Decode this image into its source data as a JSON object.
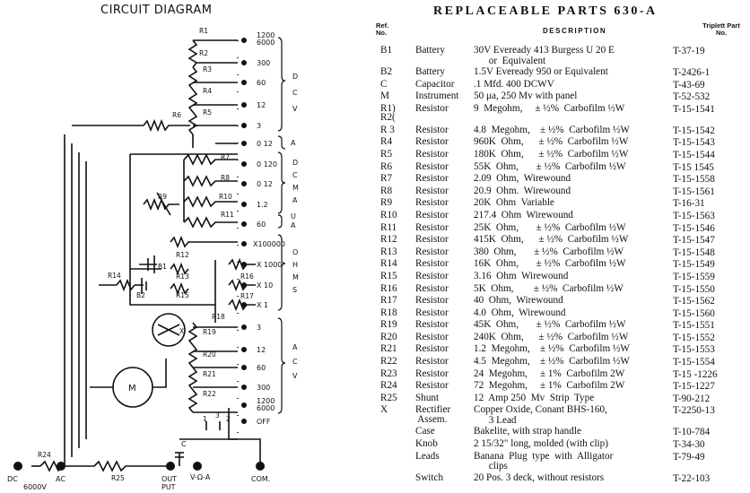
{
  "diagram": {
    "title": "CIRCUIT DIAGRAM",
    "dcv_ranges": [
      "1200",
      "6000",
      "300",
      "60",
      "12",
      "3"
    ],
    "dcv_letters": [
      "D",
      "C",
      "V"
    ],
    "ua_label": "A",
    "ua_range": "0 12",
    "dcma_ranges": [
      "0 120",
      "0 12",
      "1.2",
      "60"
    ],
    "dcma_letters": [
      "D",
      "C",
      "M",
      "A"
    ],
    "ua2_letters": [
      "U",
      "A"
    ],
    "ohm_ranges": [
      "X100000",
      "X 1000",
      "X 10",
      "X 1"
    ],
    "ohm_letters": [
      "O",
      "H",
      "M",
      "S"
    ],
    "acv_ranges": [
      "3",
      "12",
      "60",
      "300",
      "1200",
      "6000"
    ],
    "acv_letters": [
      "A",
      "C",
      "V"
    ],
    "off_label": "OFF",
    "resistors": [
      "R1",
      "R2",
      "R3",
      "R4",
      "R5",
      "R6",
      "R7",
      "R8",
      "R10",
      "R11",
      "R9",
      "R12",
      "B1",
      "R13",
      "R15",
      "R14",
      "B2",
      "R16",
      "R17",
      "R18",
      "R19",
      "R20",
      "R21",
      "R22",
      "R24",
      "R25",
      "X"
    ],
    "meter_label": "M",
    "jacks": {
      "dc": "DC",
      "v6000": "6000V",
      "ac": "AC",
      "output": [
        "OUT",
        "PUT"
      ],
      "vma": "V-Ω-A",
      "com": "COM.",
      "c": "C"
    },
    "switch_numbers": [
      "1",
      "2",
      "3"
    ]
  },
  "parts": {
    "title": "REPLACEABLE PARTS 630-A",
    "header": {
      "ref": "Ref. No.",
      "description": "DESCRIPTION",
      "part": "Triplett Part No."
    },
    "rows": [
      {
        "ref": "B1",
        "type": "Battery",
        "desc": "30V Eveready 413 Burgess U 20 E\n      or  Equivalent",
        "part": "T-37-19",
        "two": true
      },
      {
        "ref": "B2",
        "type": "Battery",
        "desc": "1.5V Eveready 950 or Equivalent",
        "part": "T-2426-1"
      },
      {
        "ref": "C",
        "type": "Capacitor",
        "desc": ".1 Mfd. 400 DCWV",
        "part": "T-43-69"
      },
      {
        "ref": "M",
        "type": "Instrument",
        "desc": "50 μa, 250 Mv with panel",
        "part": "T-52-532"
      },
      {
        "ref": "R1)\nR2(",
        "type": "Resistor",
        "desc": "9  Megohm,     ± ½%  Carbofilm ½W",
        "part": "T-15-1541",
        "two": true
      },
      {
        "ref": "R 3",
        "type": "Resistor",
        "desc": "4.8  Megohm,    ± ½%  Carbofilm ½W",
        "part": "T-15-1542"
      },
      {
        "ref": "R4",
        "type": "Resistor",
        "desc": "960K  Ohm,      ± ½%  Carbofilm ½W",
        "part": "T-15-1543"
      },
      {
        "ref": "R5",
        "type": "Resistor",
        "desc": "180K  Ohm,      ± ½%  Carbofilm ½W",
        "part": "T-15-1544"
      },
      {
        "ref": "R6",
        "type": "Resistor",
        "desc": "55K  Ohm,       ± ½%  Carbofilm ½W",
        "part": "T-15 1545"
      },
      {
        "ref": "R7",
        "type": "Resistor",
        "desc": "2.09  Ohm,  Wirewound",
        "part": "T-15-1558"
      },
      {
        "ref": "R8",
        "type": "Resistor",
        "desc": "20.9  Ohm.  Wirewound",
        "part": "T-15-1561"
      },
      {
        "ref": "R9",
        "type": "Resistor",
        "desc": "20K  Ohm  Variable",
        "part": "T-16-31"
      },
      {
        "ref": "R10",
        "type": "Resistor",
        "desc": "217.4  Ohm  Wirewound",
        "part": "T-15-1563"
      },
      {
        "ref": "R11",
        "type": "Resistor",
        "desc": "25K  Ohm,       ± ½%  Carbofilm ½W",
        "part": "T-15-1546"
      },
      {
        "ref": "R12",
        "type": "Resistor",
        "desc": "415K  Ohm,      ± ½%  Carbofilm ½W",
        "part": "T-15-1547"
      },
      {
        "ref": "R13",
        "type": "Resistor",
        "desc": "380  Ohm,       ± ½%  Carbofilm ½W",
        "part": "T-15-1548"
      },
      {
        "ref": "R14",
        "type": "Resistor",
        "desc": "16K  Ohm,       ± ½%  Carbofilm ½W",
        "part": "T-15-1549"
      },
      {
        "ref": "R15",
        "type": "Resistor",
        "desc": "3.16  Ohm  Wirewound",
        "part": "T-15-1559"
      },
      {
        "ref": "R16",
        "type": "Resistor",
        "desc": "5K  Ohm,        ± ½%  Carbofilm ½W",
        "part": "T-15-1550"
      },
      {
        "ref": "R17",
        "type": "Resistor",
        "desc": "40  Ohm,  Wirewound",
        "part": "T-15-1562"
      },
      {
        "ref": "R18",
        "type": "Resistor",
        "desc": "4.0  Ohm,  Wirewound",
        "part": "T-15-1560"
      },
      {
        "ref": "R19",
        "type": "Resistor",
        "desc": "45K  Ohm,       ± ½%  Carbofilm ½W",
        "part": "T-15-1551"
      },
      {
        "ref": "R20",
        "type": "Resistor",
        "desc": "240K  Ohm,      ± ½%  Carbofilm ½W",
        "part": "T-15-1552"
      },
      {
        "ref": "R21",
        "type": "Resistor",
        "desc": "1.2  Megohm,    ± ½%  Carbofilm ½W",
        "part": "T-15-1553"
      },
      {
        "ref": "R22",
        "type": "Resistor",
        "desc": "4.5  Megohm,    ± ½%  Carbofilm ½W",
        "part": "T-15-1554"
      },
      {
        "ref": "R23",
        "type": "Resistor",
        "desc": "24  Megohm,     ± 1%  Carbofilm 2W",
        "part": "T-15 -1226"
      },
      {
        "ref": "R24",
        "type": "Resistor",
        "desc": "72  Megohm,     ± 1%  Carbofilm 2W",
        "part": "T-15-1227"
      },
      {
        "ref": "R25",
        "type": "Shunt",
        "desc": "12  Amp 250  Mv  Strip  Type",
        "part": "T-90-212"
      },
      {
        "ref": "X",
        "type": "Rectifier\n Assem.",
        "desc": "Copper Oxide, Conant BHS-160,\n      3 Lead",
        "part": "T-2250-13",
        "two": true
      },
      {
        "ref": "",
        "type": "Case",
        "desc": "Bakelite, with strap handle",
        "part": "T-10-784"
      },
      {
        "ref": "",
        "type": "Knob",
        "desc": "2 15/32\" long, molded (with clip)",
        "part": "T-34-30"
      },
      {
        "ref": "",
        "type": "Leads",
        "desc": "Banana  Plug  type  with  Alligator\n      clips",
        "part": "T-79-49",
        "two": true
      },
      {
        "ref": "",
        "type": "Switch",
        "desc": "20 Pos. 3 deck, without resistors",
        "part": "T-22-103"
      }
    ]
  }
}
